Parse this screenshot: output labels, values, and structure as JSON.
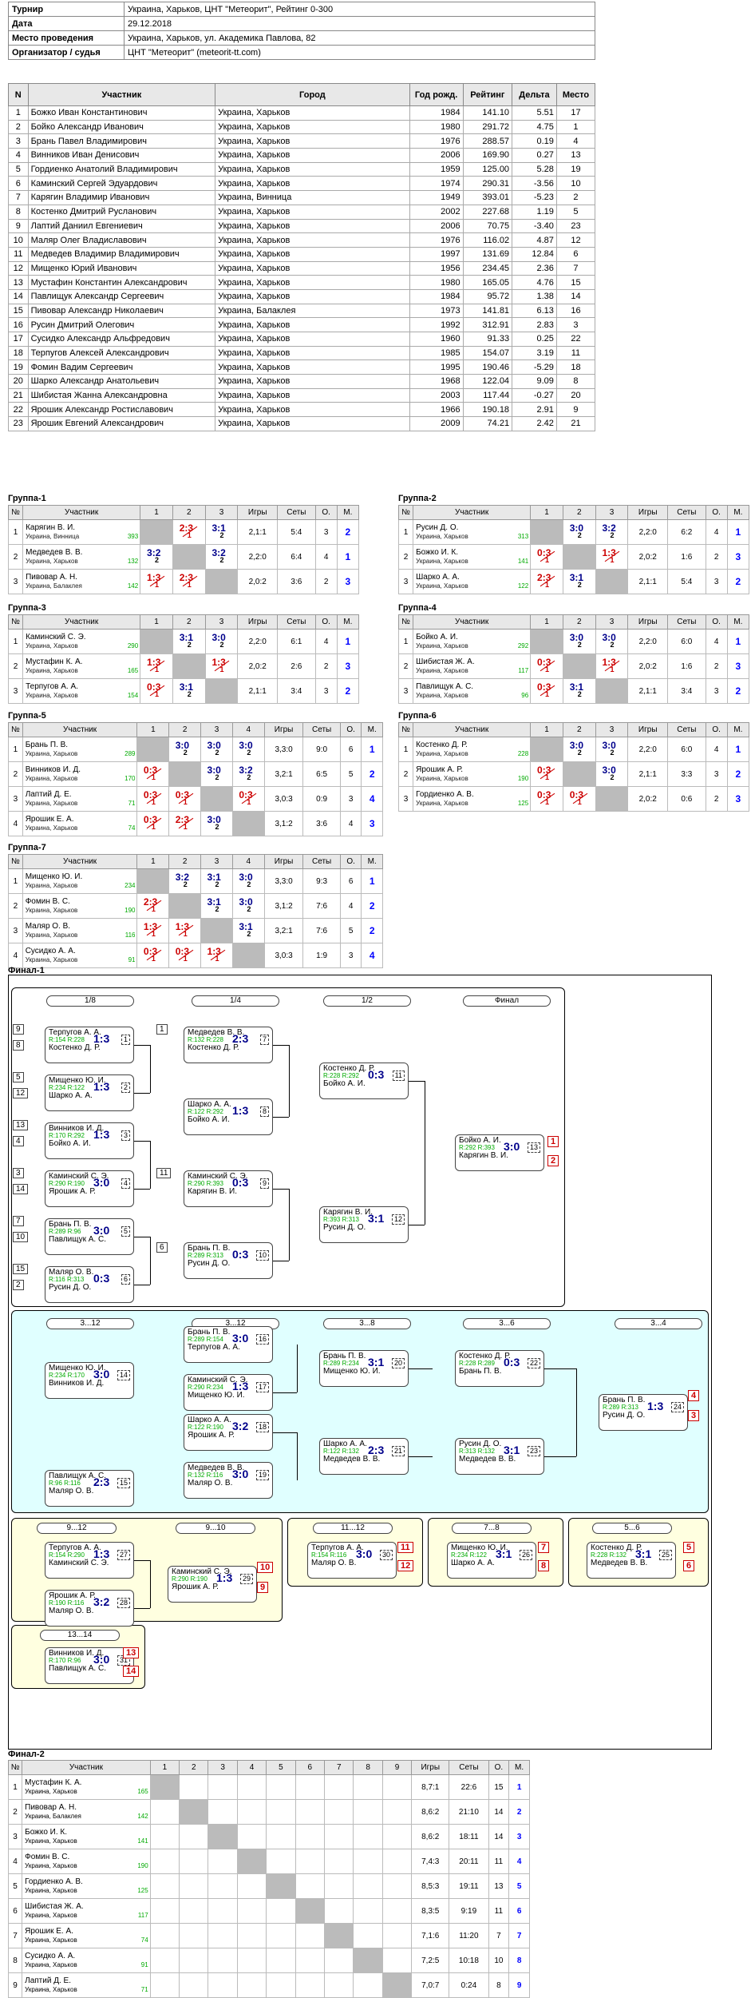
{
  "info": [
    [
      "Турнир",
      "Украина, Харьков, ЦНТ \"Метеорит\", Рейтинг 0-300"
    ],
    [
      "Дата",
      "29.12.2018"
    ],
    [
      "Место проведения",
      "Украина, Харьков, ул. Академика Павлова, 82"
    ],
    [
      "Организатор / судья",
      "ЦНТ \"Метеорит\" (meteorit-tt.com)"
    ]
  ],
  "players_head": [
    "N",
    "Участник",
    "Город",
    "Год рожд.",
    "Рейтинг",
    "Дельта",
    "Место"
  ],
  "players": [
    [
      "1",
      "Божко Иван Константинович",
      "Украина, Харьков",
      "1984",
      "141.10",
      "5.51",
      "17"
    ],
    [
      "2",
      "Бойко Александр Иванович",
      "Украина, Харьков",
      "1980",
      "291.72",
      "4.75",
      "1"
    ],
    [
      "3",
      "Брань Павел Владимирович",
      "Украина, Харьков",
      "1976",
      "288.57",
      "0.19",
      "4"
    ],
    [
      "4",
      "Винников Иван Денисович",
      "Украина, Харьков",
      "2006",
      "169.90",
      "0.27",
      "13"
    ],
    [
      "5",
      "Гордиенко Анатолий Владимирович",
      "Украина, Харьков",
      "1959",
      "125.00",
      "5.28",
      "19"
    ],
    [
      "6",
      "Каминский Сергей Эдуардович",
      "Украина, Харьков",
      "1974",
      "290.31",
      "-3.56",
      "10"
    ],
    [
      "7",
      "Карягин Владимир Иванович",
      "Украина, Винница",
      "1949",
      "393.01",
      "-5.23",
      "2"
    ],
    [
      "8",
      "Костенко Дмитрий Русланович",
      "Украина, Харьков",
      "2002",
      "227.68",
      "1.19",
      "5"
    ],
    [
      "9",
      "Лаптий Даниил Евгениевич",
      "Украина, Харьков",
      "2006",
      "70.75",
      "-3.40",
      "23"
    ],
    [
      "10",
      "Маляр Олег Владиславович",
      "Украина, Харьков",
      "1976",
      "116.02",
      "4.87",
      "12"
    ],
    [
      "11",
      "Медведев Владимир Владимирович",
      "Украина, Харьков",
      "1997",
      "131.69",
      "12.84",
      "6"
    ],
    [
      "12",
      "Мищенко Юрий Иванович",
      "Украина, Харьков",
      "1956",
      "234.45",
      "2.36",
      "7"
    ],
    [
      "13",
      "Мустафин Константин Александрович",
      "Украина, Харьков",
      "1980",
      "165.05",
      "4.76",
      "15"
    ],
    [
      "14",
      "Павлищук Александр Сергеевич",
      "Украина, Харьков",
      "1984",
      "95.72",
      "1.38",
      "14"
    ],
    [
      "15",
      "Пивовар Александр Николаевич",
      "Украина, Балаклея",
      "1973",
      "141.81",
      "6.13",
      "16"
    ],
    [
      "16",
      "Русин Дмитрий Олегович",
      "Украина, Харьков",
      "1992",
      "312.91",
      "2.83",
      "3"
    ],
    [
      "17",
      "Сусидко Александр Альфредович",
      "Украина, Харьков",
      "1960",
      "91.33",
      "0.25",
      "22"
    ],
    [
      "18",
      "Терпугов Алексей Александрович",
      "Украина, Харьков",
      "1985",
      "154.07",
      "3.19",
      "11"
    ],
    [
      "19",
      "Фомин Вадим Сергеевич",
      "Украина, Харьков",
      "1995",
      "190.46",
      "-5.29",
      "18"
    ],
    [
      "20",
      "Шарко Александр Анатольевич",
      "Украина, Харьков",
      "1968",
      "122.04",
      "9.09",
      "8"
    ],
    [
      "21",
      "Шибистая Жанна Александровна",
      "Украина, Харьков",
      "2003",
      "117.44",
      "-0.27",
      "20"
    ],
    [
      "22",
      "Ярошик Александр Ростиславович",
      "Украина, Харьков",
      "1966",
      "190.18",
      "2.91",
      "9"
    ],
    [
      "23",
      "Ярошик Евгений Александрович",
      "Украина, Харьков",
      "2009",
      "74.21",
      "2.42",
      "21"
    ]
  ],
  "groups": [
    {
      "title": "Группа-1",
      "head": [
        "№",
        "Участник",
        "1",
        "2",
        "3",
        "Игры",
        "Сеты",
        "О.",
        "М."
      ],
      "rows": [
        {
          "n": "1",
          "name": "Карягин В. И.",
          "city": "Украина, Винница",
          "rt": "393",
          "cells": [
            "self",
            "2:3|1|l",
            "3:1|2|w"
          ],
          "g": "2,1:1",
          "s": "5:4",
          "o": "3",
          "m": "2"
        },
        {
          "n": "2",
          "name": "Медведев В. В.",
          "city": "Украина, Харьков",
          "rt": "132",
          "cells": [
            "3:2|2|w",
            "self",
            "3:2|2|w"
          ],
          "g": "2,2:0",
          "s": "6:4",
          "o": "4",
          "m": "1"
        },
        {
          "n": "3",
          "name": "Пивовар А. Н.",
          "city": "Украина, Балаклея",
          "rt": "142",
          "cells": [
            "1:3|1|l",
            "2:3|1|l",
            "self"
          ],
          "g": "2,0:2",
          "s": "3:6",
          "o": "2",
          "m": "3"
        }
      ]
    },
    {
      "title": "Группа-2",
      "head": [
        "№",
        "Участник",
        "1",
        "2",
        "3",
        "Игры",
        "Сеты",
        "О.",
        "М."
      ],
      "rows": [
        {
          "n": "1",
          "name": "Русин Д. О.",
          "city": "Украина, Харьков",
          "rt": "313",
          "cells": [
            "self",
            "3:0|2|w",
            "3:2|2|w"
          ],
          "g": "2,2:0",
          "s": "6:2",
          "o": "4",
          "m": "1"
        },
        {
          "n": "2",
          "name": "Божко И. К.",
          "city": "Украина, Харьков",
          "rt": "141",
          "cells": [
            "0:3|1|l",
            "self",
            "1:3|1|l"
          ],
          "g": "2,0:2",
          "s": "1:6",
          "o": "2",
          "m": "3"
        },
        {
          "n": "3",
          "name": "Шарко А. А.",
          "city": "Украина, Харьков",
          "rt": "122",
          "cells": [
            "2:3|1|l",
            "3:1|2|w",
            "self"
          ],
          "g": "2,1:1",
          "s": "5:4",
          "o": "3",
          "m": "2"
        }
      ]
    },
    {
      "title": "Группа-3",
      "head": [
        "№",
        "Участник",
        "1",
        "2",
        "3",
        "Игры",
        "Сеты",
        "О.",
        "М."
      ],
      "rows": [
        {
          "n": "1",
          "name": "Каминский С. Э.",
          "city": "Украина, Харьков",
          "rt": "290",
          "cells": [
            "self",
            "3:1|2|w",
            "3:0|2|w"
          ],
          "g": "2,2:0",
          "s": "6:1",
          "o": "4",
          "m": "1"
        },
        {
          "n": "2",
          "name": "Мустафин К. А.",
          "city": "Украина, Харьков",
          "rt": "165",
          "cells": [
            "1:3|1|l",
            "self",
            "1:3|1|l"
          ],
          "g": "2,0:2",
          "s": "2:6",
          "o": "2",
          "m": "3"
        },
        {
          "n": "3",
          "name": "Терпугов А. А.",
          "city": "Украина, Харьков",
          "rt": "154",
          "cells": [
            "0:3|1|l",
            "3:1|2|w",
            "self"
          ],
          "g": "2,1:1",
          "s": "3:4",
          "o": "3",
          "m": "2"
        }
      ]
    },
    {
      "title": "Группа-4",
      "head": [
        "№",
        "Участник",
        "1",
        "2",
        "3",
        "Игры",
        "Сеты",
        "О.",
        "М."
      ],
      "rows": [
        {
          "n": "1",
          "name": "Бойко А. И.",
          "city": "Украина, Харьков",
          "rt": "292",
          "cells": [
            "self",
            "3:0|2|w",
            "3:0|2|w"
          ],
          "g": "2,2:0",
          "s": "6:0",
          "o": "4",
          "m": "1"
        },
        {
          "n": "2",
          "name": "Шибистая Ж. А.",
          "city": "Украина, Харьков",
          "rt": "117",
          "cells": [
            "0:3|1|l",
            "self",
            "1:3|1|l"
          ],
          "g": "2,0:2",
          "s": "1:6",
          "o": "2",
          "m": "3"
        },
        {
          "n": "3",
          "name": "Павлищук А. С.",
          "city": "Украина, Харьков",
          "rt": "96",
          "cells": [
            "0:3|1|l",
            "3:1|2|w",
            "self"
          ],
          "g": "2,1:1",
          "s": "3:4",
          "o": "3",
          "m": "2"
        }
      ]
    },
    {
      "title": "Группа-5",
      "head": [
        "№",
        "Участник",
        "1",
        "2",
        "3",
        "4",
        "Игры",
        "Сеты",
        "О.",
        "М."
      ],
      "rows": [
        {
          "n": "1",
          "name": "Брань П. В.",
          "city": "Украина, Харьков",
          "rt": "289",
          "cells": [
            "self",
            "3:0|2|w",
            "3:0|2|w",
            "3:0|2|w"
          ],
          "g": "3,3:0",
          "s": "9:0",
          "o": "6",
          "m": "1"
        },
        {
          "n": "2",
          "name": "Винников И. Д.",
          "city": "Украина, Харьков",
          "rt": "170",
          "cells": [
            "0:3|1|l",
            "self",
            "3:0|2|w",
            "3:2|2|w"
          ],
          "g": "3,2:1",
          "s": "6:5",
          "o": "5",
          "m": "2"
        },
        {
          "n": "3",
          "name": "Лаптий Д. Е.",
          "city": "Украина, Харьков",
          "rt": "71",
          "cells": [
            "0:3|1|l",
            "0:3|1|l",
            "self",
            "0:3|1|l"
          ],
          "g": "3,0:3",
          "s": "0:9",
          "o": "3",
          "m": "4"
        },
        {
          "n": "4",
          "name": "Ярошик Е. А.",
          "city": "Украина, Харьков",
          "rt": "74",
          "cells": [
            "0:3|1|l",
            "2:3|1|l",
            "3:0|2|w",
            "self"
          ],
          "g": "3,1:2",
          "s": "3:6",
          "o": "4",
          "m": "3"
        }
      ]
    },
    {
      "title": "Группа-6",
      "head": [
        "№",
        "Участник",
        "1",
        "2",
        "3",
        "Игры",
        "Сеты",
        "О.",
        "М."
      ],
      "rows": [
        {
          "n": "1",
          "name": "Костенко Д. Р.",
          "city": "Украина, Харьков",
          "rt": "228",
          "cells": [
            "self",
            "3:0|2|w",
            "3:0|2|w"
          ],
          "g": "2,2:0",
          "s": "6:0",
          "o": "4",
          "m": "1"
        },
        {
          "n": "2",
          "name": "Ярошик А. Р.",
          "city": "Украина, Харьков",
          "rt": "190",
          "cells": [
            "0:3|1|l",
            "self",
            "3:0|2|w"
          ],
          "g": "2,1:1",
          "s": "3:3",
          "o": "3",
          "m": "2"
        },
        {
          "n": "3",
          "name": "Гордиенко А. В.",
          "city": "Украина, Харьков",
          "rt": "125",
          "cells": [
            "0:3|1|l",
            "0:3|1|l",
            "self"
          ],
          "g": "2,0:2",
          "s": "0:6",
          "o": "2",
          "m": "3"
        }
      ]
    },
    {
      "title": "Группа-7",
      "head": [
        "№",
        "Участник",
        "1",
        "2",
        "3",
        "4",
        "Игры",
        "Сеты",
        "О.",
        "М."
      ],
      "rows": [
        {
          "n": "1",
          "name": "Мищенко Ю. И.",
          "city": "Украина, Харьков",
          "rt": "234",
          "cells": [
            "self",
            "3:2|2|w",
            "3:1|2|w",
            "3:0|2|w"
          ],
          "g": "3,3:0",
          "s": "9:3",
          "o": "6",
          "m": "1"
        },
        {
          "n": "2",
          "name": "Фомин В. С.",
          "city": "Украина, Харьков",
          "rt": "190",
          "cells": [
            "2:3|1|l",
            "self",
            "3:1|2|w",
            "3:0|2|w"
          ],
          "g": "3,1:2",
          "s": "7:6",
          "o": "4",
          "m": "2"
        },
        {
          "n": "3",
          "name": "Маляр О. В.",
          "city": "Украина, Харьков",
          "rt": "116",
          "cells": [
            "1:3|1|l",
            "1:3|1|l",
            "self",
            "3:1|2|w"
          ],
          "g": "3,2:1",
          "s": "7:6",
          "o": "5",
          "m": "2"
        },
        {
          "n": "4",
          "name": "Сусидко А. А.",
          "city": "Украина, Харьков",
          "rt": "91",
          "cells": [
            "0:3|1|l",
            "0:3|1|l",
            "1:3|1|l",
            "self"
          ],
          "g": "3,0:3",
          "s": "1:9",
          "o": "3",
          "m": "4"
        }
      ]
    }
  ],
  "final1": {
    "title": "Финал-1",
    "rounds": [
      "1/8",
      "1/4",
      "1/2",
      "Финал"
    ],
    "cons": [
      "3...12",
      "3...12",
      "3...8",
      "3...6",
      "3...4"
    ],
    "cons2": [
      "9...12",
      "9...10",
      "11...12",
      "7...8",
      "5...6",
      "13...14"
    ]
  },
  "final2": {
    "title": "Финал-2",
    "head": [
      "№",
      "Участник",
      "1",
      "2",
      "3",
      "4",
      "5",
      "6",
      "7",
      "8",
      "9",
      "Игры",
      "Сеты",
      "О.",
      "М."
    ],
    "rows": [
      {
        "n": "1",
        "name": "Мустафин К. А.",
        "city": "Украина, Харьков",
        "rt": "165",
        "g": "8,7:1",
        "s": "22:6",
        "o": "15",
        "m": "1"
      },
      {
        "n": "2",
        "name": "Пивовар А. Н.",
        "city": "Украина, Балаклея",
        "rt": "142",
        "g": "8,6:2",
        "s": "21:10",
        "o": "14",
        "m": "2"
      },
      {
        "n": "3",
        "name": "Божко И. К.",
        "city": "Украина, Харьков",
        "rt": "141",
        "g": "8,6:2",
        "s": "18:11",
        "o": "14",
        "m": "3"
      },
      {
        "n": "4",
        "name": "Фомин В. С.",
        "city": "Украина, Харьков",
        "rt": "190",
        "g": "7,4:3",
        "s": "20:11",
        "o": "11",
        "m": "4"
      },
      {
        "n": "5",
        "name": "Гордиенко А. В.",
        "city": "Украина, Харьков",
        "rt": "125",
        "g": "8,5:3",
        "s": "19:11",
        "o": "13",
        "m": "5"
      },
      {
        "n": "6",
        "name": "Шибистая Ж. А.",
        "city": "Украина, Харьков",
        "rt": "117",
        "g": "8,3:5",
        "s": "9:19",
        "o": "11",
        "m": "6"
      },
      {
        "n": "7",
        "name": "Ярошик Е. А.",
        "city": "Украина, Харьков",
        "rt": "74",
        "g": "7,1:6",
        "s": "11:20",
        "o": "7",
        "m": "7"
      },
      {
        "n": "8",
        "name": "Сусидко А. А.",
        "city": "Украина, Харьков",
        "rt": "91",
        "g": "7,2:5",
        "s": "10:18",
        "o": "10",
        "m": "8"
      },
      {
        "n": "9",
        "name": "Лаптий Д. Е.",
        "city": "Украина, Харьков",
        "rt": "71",
        "g": "7,0:7",
        "s": "0:24",
        "o": "8",
        "m": "9"
      }
    ]
  }
}
